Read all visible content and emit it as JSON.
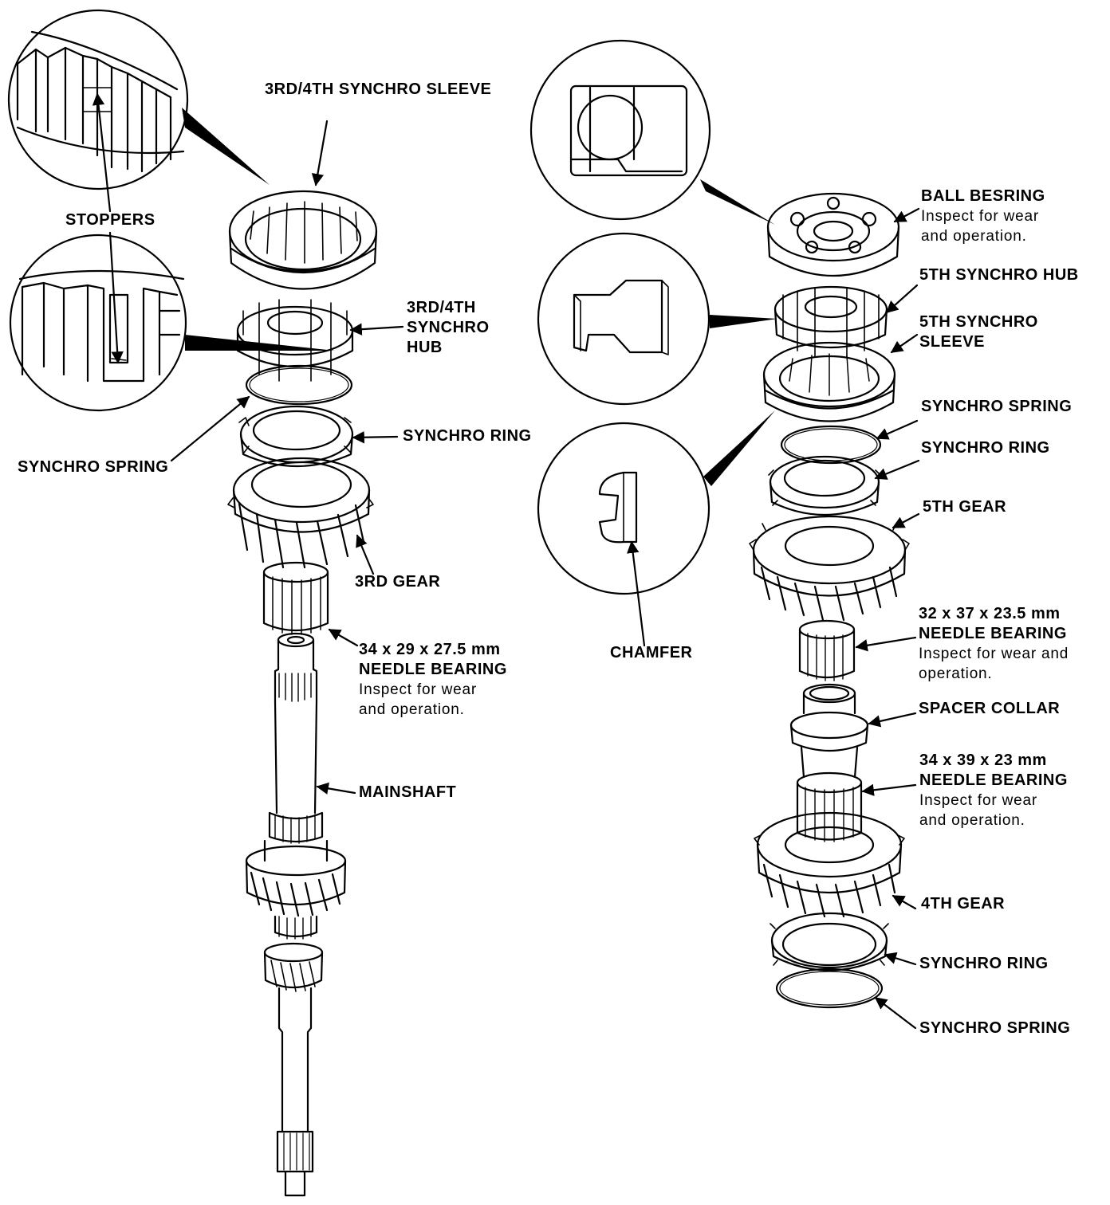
{
  "left": {
    "sleeve_label": "3RD/4TH SYNCHRO SLEEVE",
    "stoppers_label": "STOPPERS",
    "hub_label": [
      "3RD/4TH",
      "SYNCHRO",
      "HUB"
    ],
    "spring_label": "SYNCHRO SPRING",
    "ring_label": "SYNCHRO RING",
    "gear_label": "3RD GEAR",
    "bearing_size": "34 x 29 x 27.5 mm",
    "bearing_label": "NEEDLE BEARING",
    "bearing_note": [
      "Inspect for wear",
      "and operation."
    ],
    "mainshaft_label": "MAINSHAFT"
  },
  "middle": {
    "chamfer_label": "CHAMFER"
  },
  "right": {
    "ball_label": "BALL BESRING",
    "ball_note": [
      "Inspect for wear",
      "and operation."
    ],
    "hub5_label": "5TH SYNCHRO HUB",
    "sleeve5_label": [
      "5TH SYNCHRO",
      "SLEEVE"
    ],
    "spring1_label": "SYNCHRO SPRING",
    "ring1_label": "SYNCHRO RING",
    "gear5_label": "5TH GEAR",
    "nb1_size": "32 x 37 x 23.5 mm",
    "nb1_label": "NEEDLE BEARING",
    "nb1_note": [
      "Inspect for wear and",
      "operation."
    ],
    "spacer_label": "SPACER COLLAR",
    "nb2_size": "34 x 39 x 23 mm",
    "nb2_label": "NEEDLE BEARING",
    "nb2_note": [
      "Inspect for wear",
      "and operation."
    ],
    "gear4_label": "4TH GEAR",
    "ring2_label": "SYNCHRO RING",
    "spring2_label": "SYNCHRO SPRING"
  }
}
